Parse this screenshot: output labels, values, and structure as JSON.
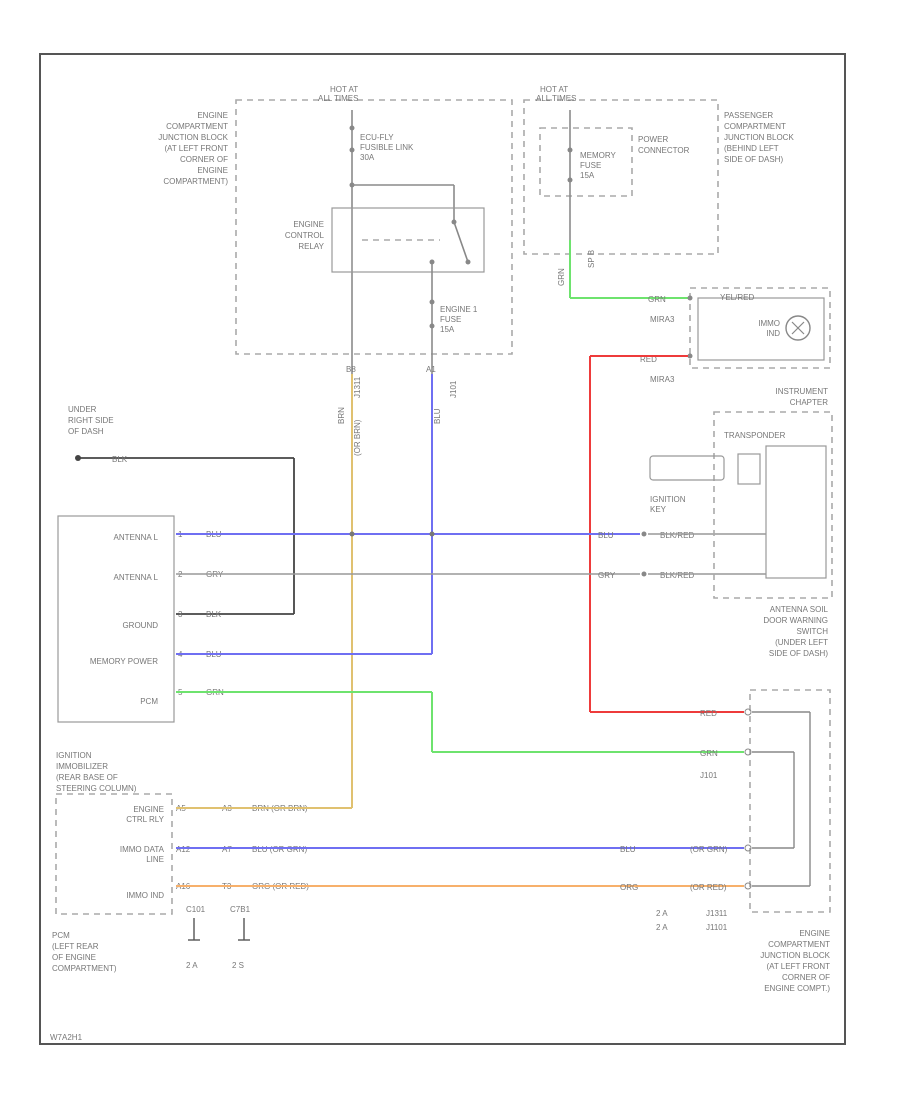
{
  "frame_id": "W7A2H1",
  "top": {
    "hot_left": "HOT AT\nALL TIMES",
    "hot_right": "HOT AT\nALL TIMES",
    "ecu_fuse": "ECU-FLY\nFUSIBLE LINK\n30A",
    "relay": "ENGINE\nCONTROL\nRELAY",
    "engine_fuse": "ENGINE 1\nFUSE\n15A",
    "memory_fuse": "MEMORY\nFUSE\n15A",
    "power_connector": "POWER\nCONNECTOR",
    "jb_left": "ENGINE\nCOMPARTMENT\nJUNCTION BLOCK\n(AT LEFT FRONT\nCORNER OF\nENGINE\nCOMPARTMENT)",
    "jb_right": "PASSENGER\nCOMPARTMENT\nJUNCTION BLOCK\n(BEHIND LEFT\nSIDE OF DASH)",
    "conn_a": "J1311",
    "conn_b": "J101",
    "conn_c": "J101",
    "wire_brn": "BRN",
    "wire_brn_grn": "(OR BRN)",
    "wire_blu": "BLU",
    "wire_grn_v": "GRN",
    "wire_grn_v2": "SP B"
  },
  "imo": {
    "label": "IMMO\nIND",
    "conn1": "MIRA3",
    "conn2": "MIRA3",
    "grn": "GRN",
    "red": "RED",
    "red2": "RED",
    "yel": "YEL/RED",
    "ind": "IMMO\nIND"
  },
  "ground": {
    "label": "UNDER\nRIGHT SIDE\nOF DASH",
    "wire": "BLK"
  },
  "panel": {
    "label": "INSTRUMENT\nCHAPTER",
    "transponder": "TRANSPONDER",
    "key": "IGNITION\nKEY",
    "switch": "ANTENNA SOIL\nDOOR WARNING\nSWITCH\n(UNDER LEFT\nSIDE OF DASH)"
  },
  "module": {
    "pins": [
      "ANTENNA L",
      "ANTENNA L",
      "GROUND",
      "MEMORY POWER",
      "PCM"
    ],
    "wires": [
      "BLU",
      "GRY",
      "BLK",
      "BLU",
      "GRN"
    ],
    "pin_nums": [
      "1",
      "2",
      "3",
      "4",
      "5"
    ]
  },
  "right_wires": {
    "blu": "BLU",
    "gry": "GRY",
    "bluc": "BLK/RED",
    "gryc": "BLK/RED"
  },
  "pcm": {
    "box_label": "IGNITION\nIMMOBILIZER\n(REAR BASE OF\nSTEERING COLUMN)",
    "rows": [
      "ENGINE\nCTRL RLY",
      "IMMO DATA\nLINE",
      "IMMO IND"
    ],
    "pins_a": [
      "A5",
      "A12",
      "A16"
    ],
    "pins_b": [
      "A3",
      "A7",
      "T3"
    ],
    "wires": [
      "BRN (OR BRN)",
      "BLU (OR GRN)",
      "ORG (OR RED)"
    ],
    "label": "PCM\n(LEFT REAR\nOF ENGINE\nCOMPARTMENT)",
    "conn_1": "C101",
    "conn_2": "C7B1",
    "gnd_1": "2 A",
    "gnd_2": "2 S"
  },
  "jb_lower": {
    "red": "RED",
    "grn": "GRN",
    "blu": "BLU",
    "blu2": "(OR GRN)",
    "org": "ORG",
    "org2": "(OR RED)",
    "conn_top": "J101",
    "conn_bot1": "J1311",
    "conn_bot2": "J1101",
    "nums": [
      "2 A",
      "2 A"
    ],
    "label": "ENGINE\nCOMPARTMENT\nJUNCTION BLOCK\n(AT LEFT FRONT\nCORNER OF\nENGINE COMPT.)"
  }
}
